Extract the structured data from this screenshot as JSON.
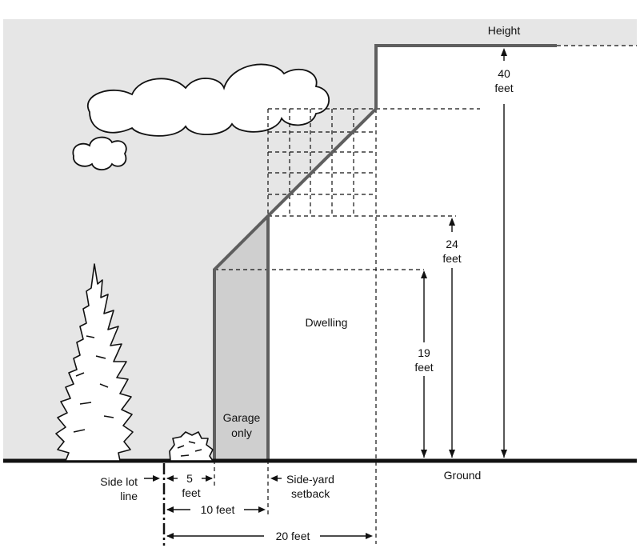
{
  "labels": {
    "height": "Height",
    "h40_num": "40",
    "h40_unit": "feet",
    "h24_num": "24",
    "h24_unit": "feet",
    "h19_num": "19",
    "h19_unit": "feet",
    "dwelling": "Dwelling",
    "garage_line1": "Garage",
    "garage_line2": "only",
    "ground": "Ground",
    "side_lot_line1": "Side lot",
    "side_lot_line2": "line",
    "d5_num": "5",
    "d5_unit": "feet",
    "d10": "10 feet",
    "d20": "20 feet",
    "setback_line1": "Side-yard",
    "setback_line2": "setback"
  },
  "colors": {
    "sky": "#e6e6e6",
    "envelope_line": "#5f5f5f",
    "garage_fill": "#cfcfcf",
    "ground": "#111111"
  }
}
